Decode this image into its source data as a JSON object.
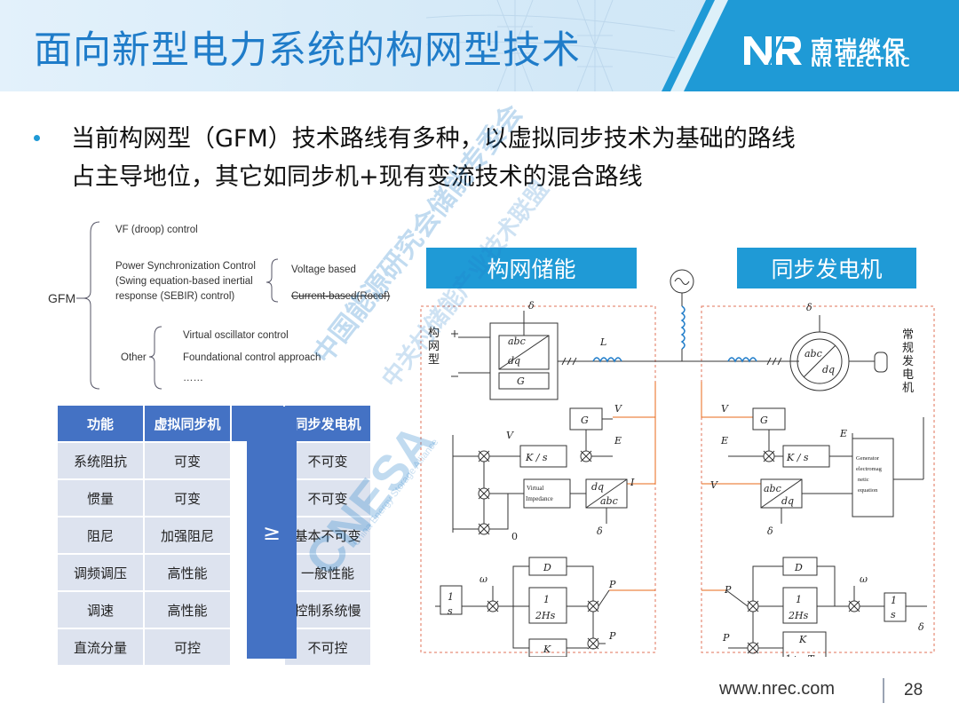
{
  "header": {
    "title": "面向新型电力系统的构网型技术",
    "logo_cn": "南瑞继保",
    "logo_en": "NR ELECTRIC",
    "logo_mark": "NR"
  },
  "bullet": {
    "line1": "当前构网型（GFM）技术路线有多种，以虚拟同步技术为基础的路线",
    "line2": "占主导地位，其它如同步机+现有变流技术的混合路线"
  },
  "tree": {
    "root": "GFM",
    "vf": "VF (droop) control",
    "psc1": "Power Synchronization Control",
    "psc2": "(Swing equation-based inertial",
    "psc3": "response (SEBIR) control)",
    "voltage": "Voltage based",
    "current": "Current-based(Rocof)",
    "other": "Other",
    "vosc": "Virtual oscillator control",
    "found": "Foundational control approach",
    "dots": "……"
  },
  "table": {
    "headers": [
      "功能",
      "虚拟同步机",
      "同步发电机"
    ],
    "symbol": "≥",
    "rows": [
      [
        "系统阻抗",
        "可变",
        "不可变"
      ],
      [
        "惯量",
        "可变",
        "不可变"
      ],
      [
        "阻尼",
        "加强阻尼",
        "基本不可变"
      ],
      [
        "调频调压",
        "高性能",
        "一般性能"
      ],
      [
        "调速",
        "高性能",
        "控制系统慢"
      ],
      [
        "直流分量",
        "可控",
        "不可控"
      ]
    ]
  },
  "diagram": {
    "left_label": "构网储能",
    "right_label": "同步发电机",
    "gfm_side": "构网型",
    "gen_side": "常规发电机",
    "virtual_impedance": "Virtual Impedance",
    "generator_eq": "Generator electromagnetic equation",
    "zero": "0"
  },
  "watermark": {
    "cn1": "中国能源研究会储能专委会",
    "cn2": "中关村储能产业技术联盟",
    "en": "CNESA",
    "en_sub": "China Energy Storage Alliance"
  },
  "footer": {
    "url": "www.nrec.com",
    "page": "28"
  },
  "colors": {
    "title_blue": "#1f7cc9",
    "label_blue": "#1f9ad6",
    "table_header": "#4472c4",
    "table_cell": "#dde3ef",
    "dashed_border": "#e2735a",
    "signal_orange": "#e86a1a"
  }
}
